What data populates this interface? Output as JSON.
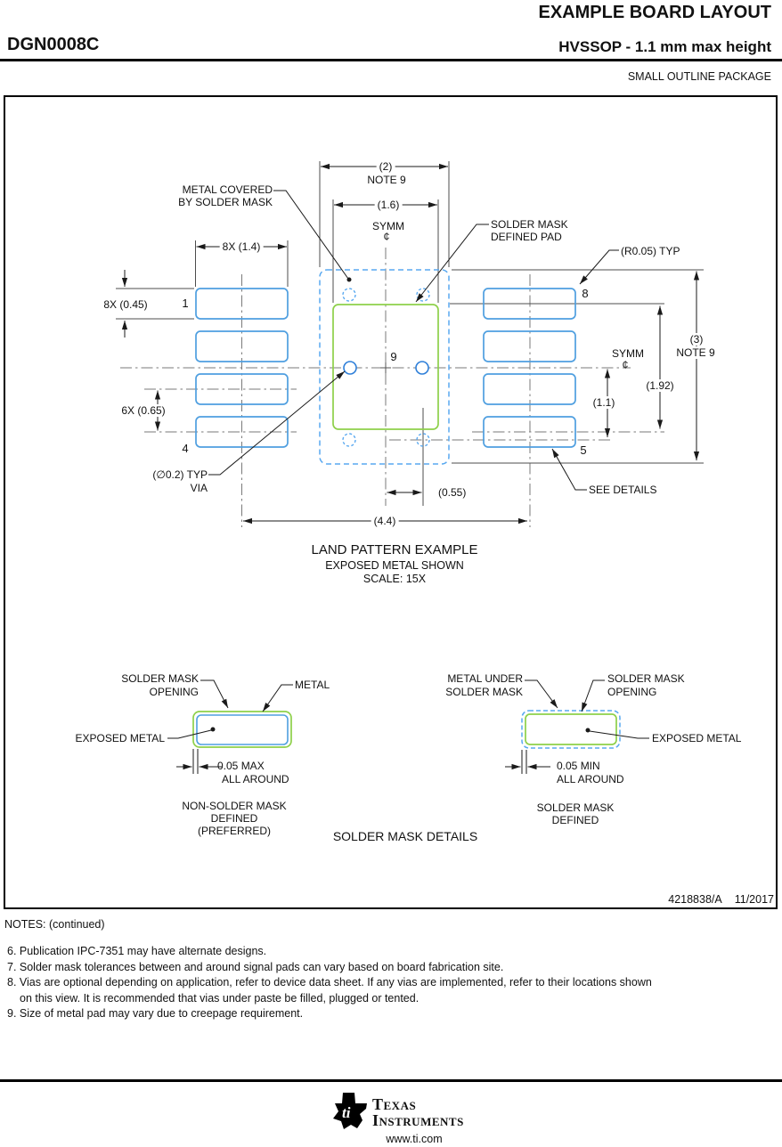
{
  "header": {
    "title": "EXAMPLE BOARD LAYOUT",
    "part_number": "DGN0008C",
    "subtitle": "HVSSOP - 1.1 mm max height",
    "package_type": "SMALL OUTLINE PACKAGE"
  },
  "drawing": {
    "dims": {
      "d2": "(2)",
      "d2_note": "NOTE 9",
      "d16": "(1.6)",
      "d8x14": "8X (1.4)",
      "d8x045": "8X (0.45)",
      "d6x065": "6X (0.65)",
      "d055": "(0.55)",
      "d44": "(4.4)",
      "d11": "(1.1)",
      "d192": "(1.92)",
      "d3": "(3)",
      "d3_note": "NOTE 9",
      "r005": "(R0.05) TYP",
      "via_1": "(∅0.2) TYP",
      "via_2": "VIA",
      "symm": "SYMM",
      "cl_symbol": "¢"
    },
    "labels": {
      "metal_covered_1": "METAL COVERED",
      "metal_covered_2": "BY SOLDER MASK",
      "smd_pad_1": "SOLDER MASK",
      "smd_pad_2": "DEFINED PAD",
      "see_details": "SEE DETAILS"
    },
    "pins": {
      "p1": "1",
      "p4": "4",
      "p5": "5",
      "p8": "8",
      "p9": "9"
    },
    "caption": {
      "title": "LAND PATTERN EXAMPLE",
      "sub": "EXPOSED METAL SHOWN",
      "scale": "SCALE: 15X"
    }
  },
  "details": {
    "title": "SOLDER MASK DETAILS",
    "left": {
      "open1": "SOLDER MASK",
      "open2": "OPENING",
      "metal": "METAL",
      "exposed": "EXPOSED METAL",
      "dim": "0.05 MAX",
      "dim2": "ALL AROUND",
      "cap1": "NON-SOLDER MASK",
      "cap2": "DEFINED",
      "cap3": "(PREFERRED)"
    },
    "right": {
      "under1": "METAL UNDER",
      "under2": "SOLDER MASK",
      "open1": "SOLDER MASK",
      "open2": "OPENING",
      "exposed": "EXPOSED METAL",
      "dim": "0.05 MIN",
      "dim2": "ALL AROUND",
      "cap1": "SOLDER MASK",
      "cap2": "DEFINED"
    }
  },
  "notes": {
    "heading": "NOTES: (continued)",
    "lines": [
      "6. Publication IPC-7351 may have alternate designs.",
      "7. Solder mask tolerances between and around signal pads can vary based on board fabrication site.",
      "8. Vias are optional depending on application, refer to device data sheet. If any vias are implemented, refer to their locations shown",
      "on this view. It is recommended that vias under paste be filled, plugged or tented.",
      "9. Size of metal pad may vary due to creepage requirement."
    ]
  },
  "titleblock": {
    "doc_number": "4218838/A",
    "date": "11/2017"
  },
  "footer": {
    "brand_top": "Texas",
    "brand_bottom": "Instruments",
    "url": "www.ti.com"
  },
  "colors": {
    "pad_blue": "#4f9fe0",
    "mask_blue": "#58a8f0",
    "via_blue": "#2e7fd9",
    "metal_green": "#8ed04a",
    "line_dark": "#1a1a1a",
    "line_gray": "#6e6e6e"
  }
}
